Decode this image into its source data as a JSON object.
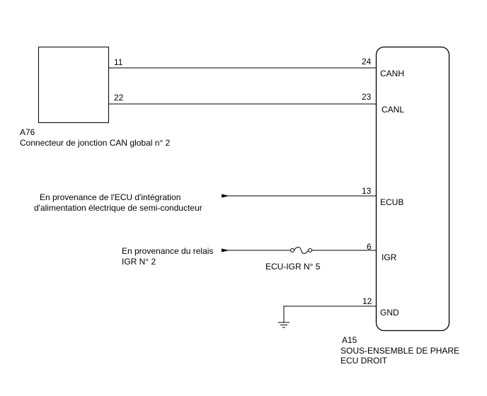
{
  "connector_a76": {
    "code": "A76",
    "name": "Connecteur de jonction CAN global n° 2",
    "pins": [
      "11",
      "22"
    ]
  },
  "ecu_a15": {
    "code": "A15",
    "name_line1": "SOUS-ENSEMBLE DE PHARE",
    "name_line2": "ECU DROIT",
    "pins": [
      {
        "number": "24",
        "signal": "CANH"
      },
      {
        "number": "23",
        "signal": "CANL"
      },
      {
        "number": "13",
        "signal": "ECUB"
      },
      {
        "number": "6",
        "signal": "IGR"
      },
      {
        "number": "12",
        "signal": "GND"
      }
    ]
  },
  "sources": {
    "ecu_integration_line1": "En provenance de l'ECU d'intégration",
    "ecu_integration_line2": "d'alimentation électrique de semi-conducteur",
    "relay_line1": "En provenance du relais",
    "relay_line2": "IGR N° 2"
  },
  "fuse": {
    "label": "ECU-IGR N° 5"
  },
  "colors": {
    "line": "#000000",
    "background": "#ffffff"
  }
}
